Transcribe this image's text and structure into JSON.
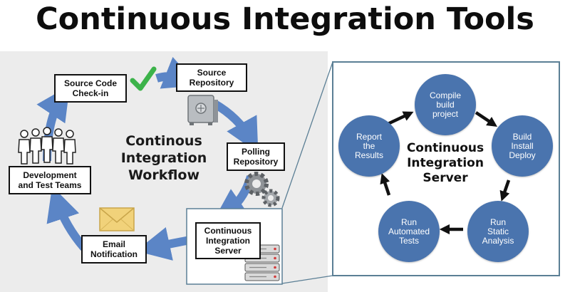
{
  "title": "Continuous Integration Tools",
  "workflow": {
    "center_label": "Continous\nIntegration\nWorkflow",
    "steps": [
      "Source Code\nCheck-in",
      "Source\nRepository",
      "Polling\nRepository",
      "Continuous\nIntegration\nServer",
      "Email\nNotification",
      "Development\nand Test Teams"
    ]
  },
  "ci_server": {
    "center_label": "Continuous\nIntegration\nServer",
    "steps": [
      "Compile\nbuild\nproject",
      "Build\nInstall\nDeploy",
      "Run\nStatic\nAnalysis",
      "Run\nAutomated\nTests",
      "Report\nthe\nResults"
    ]
  },
  "colors": {
    "arrow_blue": "#5b85c6",
    "circle_blue": "#4a74ae",
    "check_green": "#3cb34a",
    "panel_border": "#5b7f95",
    "envelope_yellow": "#f1d27a"
  },
  "icons": [
    "checkmark-icon",
    "safe-icon",
    "gears-icon",
    "server-rack-icon",
    "envelope-icon",
    "people-icon"
  ]
}
